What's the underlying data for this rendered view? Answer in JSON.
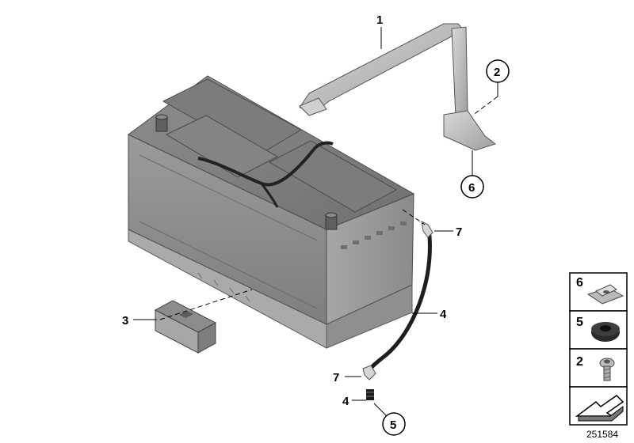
{
  "callouts": {
    "bracket": "1",
    "screw_circle": "2",
    "foot": "3",
    "vent_hose": "4",
    "vent_hose_lower": "4",
    "grommet_circle": "5",
    "nut_circle": "6",
    "angle_upper": "7",
    "angle_lower": "7"
  },
  "legend": {
    "items": [
      {
        "number": "6",
        "part": "clip-nut-icon"
      },
      {
        "number": "5",
        "part": "grommet-icon"
      },
      {
        "number": "2",
        "part": "torx-screw-icon"
      }
    ],
    "arrow_icon": "direction-arrow-icon"
  },
  "diagram_id": "251584"
}
